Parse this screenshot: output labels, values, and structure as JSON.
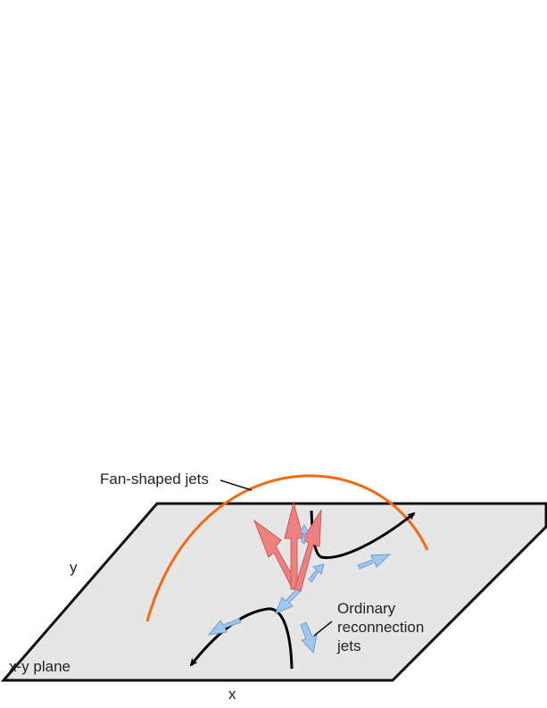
{
  "labels": {
    "fan_shaped_jets": "Fan-shaped jets",
    "y_axis": "y",
    "x_axis": "x",
    "plane": "x-y plane",
    "ordinary_line1": "Ordinary",
    "ordinary_line2": "reconnection",
    "ordinary_line3": "jets"
  },
  "colors": {
    "plane_fill": "#e6e6e6",
    "plane_edge": "#111111",
    "fan_arc": "#f26a10",
    "fan_jet": "#f08080",
    "fan_jet_edge": "#c85a5a",
    "ordinary_jet": "#9ec8f0",
    "ordinary_jet_edge": "#6f9ed0",
    "field_line": "#000000",
    "text": "#222222"
  }
}
